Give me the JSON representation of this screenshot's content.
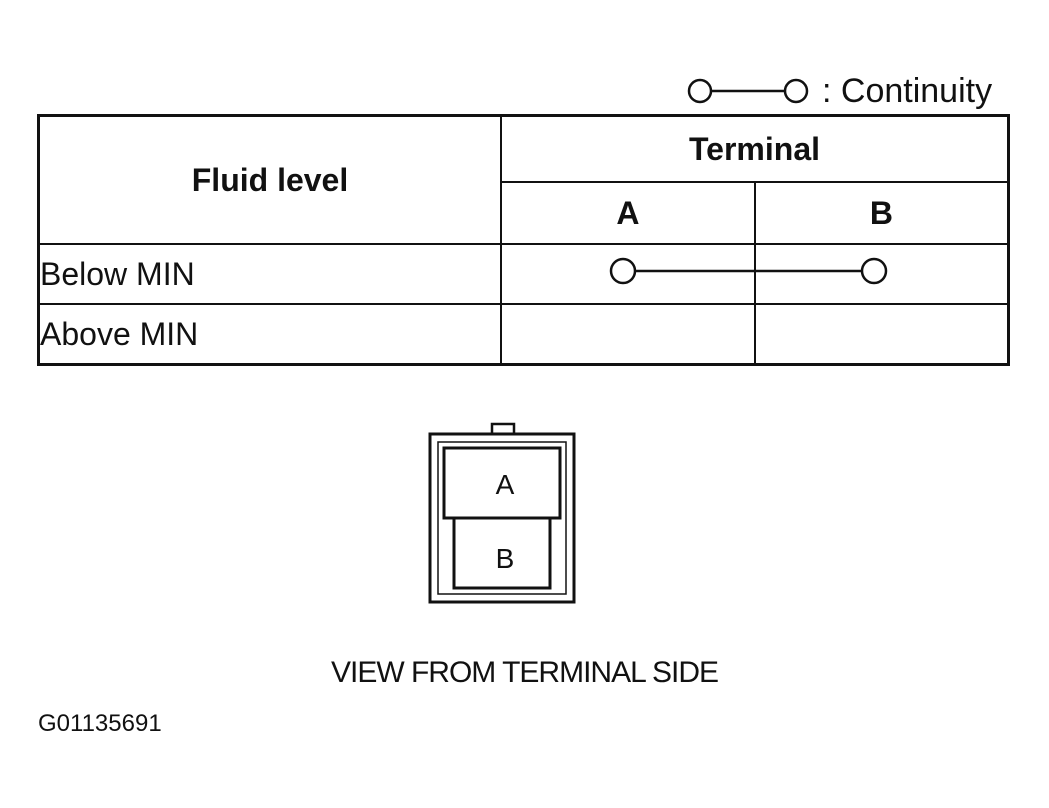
{
  "legend": {
    "symbol_icon": "continuity-symbol-icon",
    "text": ": Continuity"
  },
  "table": {
    "header_fluid": "Fluid level",
    "header_terminal": "Terminal",
    "terminals": [
      "A",
      "B"
    ],
    "rows": [
      {
        "label": "Below MIN",
        "continuity": [
          "A",
          "B"
        ]
      },
      {
        "label": "Above MIN",
        "continuity": []
      }
    ]
  },
  "connector": {
    "icon": "connector-icon",
    "terminal_a": "A",
    "terminal_b": "B"
  },
  "caption": "VIEW FROM TERMINAL SIDE",
  "figure_id": "G01135691"
}
